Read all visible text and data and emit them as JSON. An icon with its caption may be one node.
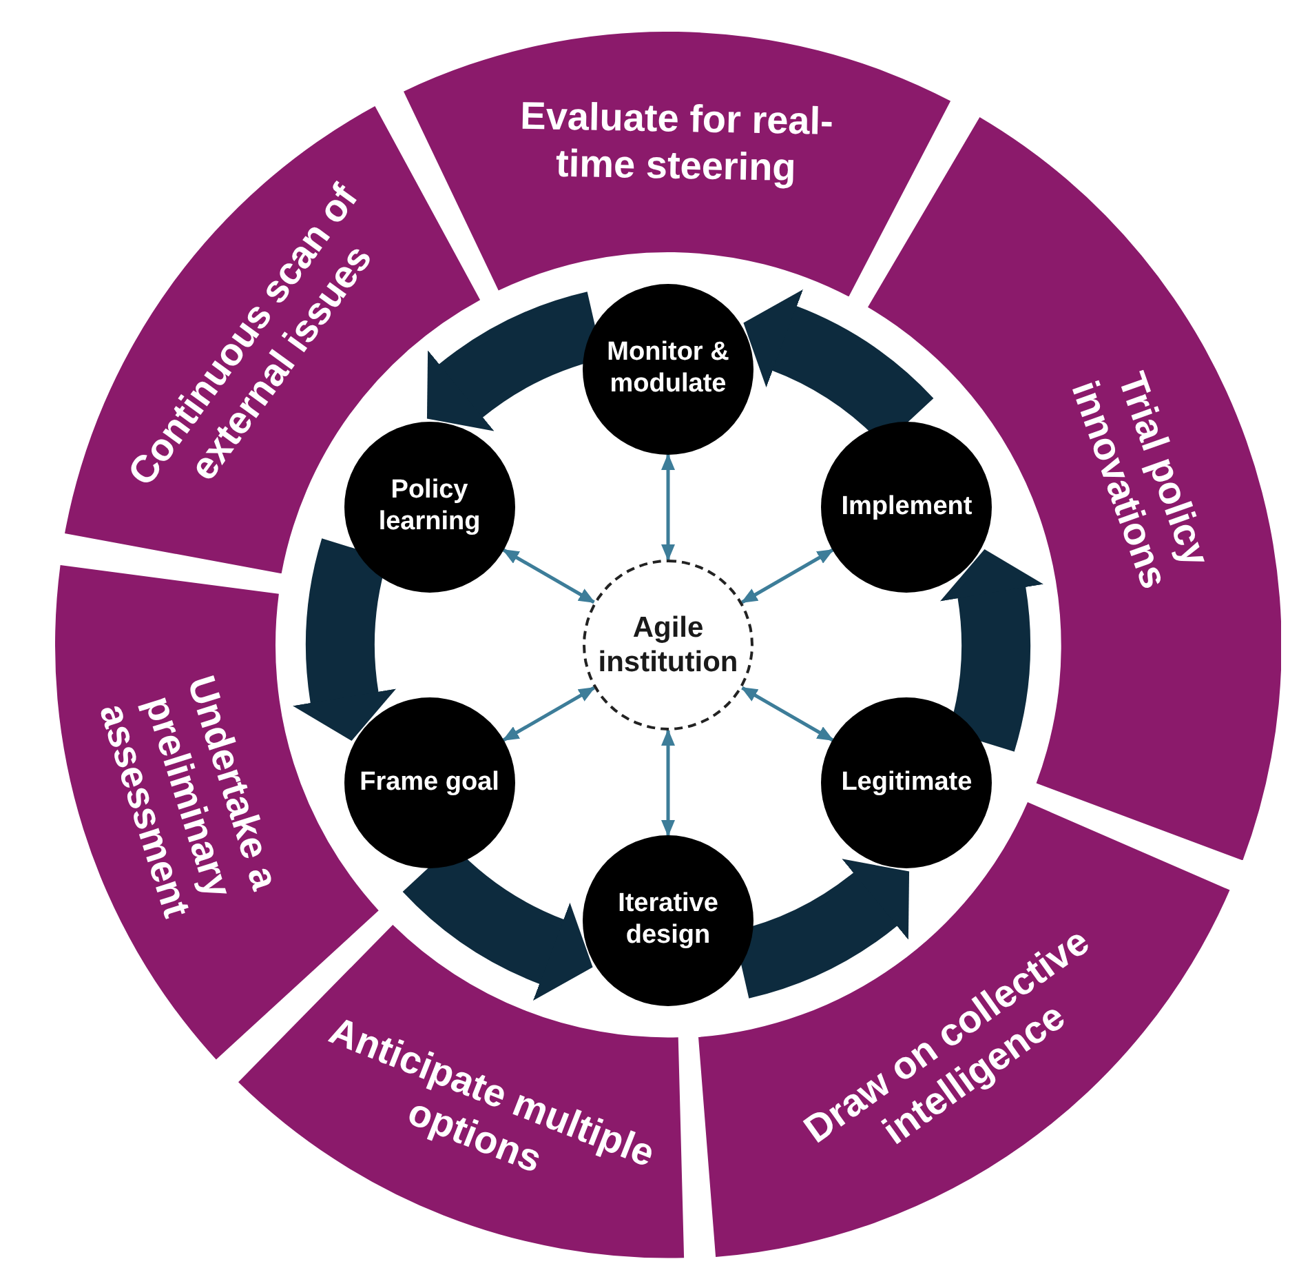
{
  "diagram": {
    "nodes": [
      {
        "text": [
          "Evaluate for real-time steering"
        ]
      },
      {
        "text": [
          "Trial policy innovations"
        ]
      },
      {
        "text": [
          "Draw on collective intelligence"
        ]
      },
      {
        "text": [
          "Anticipate multiple options"
        ]
      },
      {
        "text": [
          "Undertake a preliminary assessment"
        ]
      },
      {
        "text": [
          "Continuous scan of external issues"
        ]
      },
      {
        "text": [
          "Monitor & modulate"
        ]
      },
      {
        "text": [
          "Implement"
        ]
      },
      {
        "text": [
          "Legitimate"
        ]
      },
      {
        "text": [
          "Iterative design"
        ]
      },
      {
        "text": [
          "Frame goal"
        ]
      },
      {
        "text": [
          "Policy learning"
        ]
      },
      {
        "text": [
          "Agile institution"
        ]
      }
    ],
    "edges": [
      {
        "from": 12,
        "to": 6,
        "arrow": "both"
      },
      {
        "from": 12,
        "to": 7,
        "arrow": "both"
      },
      {
        "from": 12,
        "to": 8,
        "arrow": "both"
      },
      {
        "from": 12,
        "to": 9,
        "arrow": "both"
      },
      {
        "from": 12,
        "to": 10,
        "arrow": "both"
      },
      {
        "from": 12,
        "to": 11,
        "arrow": "both"
      },
      {
        "from": 10,
        "to": 9,
        "arrow": "to",
        "style": "thick",
        "color": "#0d2b3e"
      },
      {
        "from": 9,
        "to": 8,
        "arrow": "to",
        "style": "thick",
        "color": "#0d2b3e"
      },
      {
        "from": 8,
        "to": 7,
        "arrow": "to",
        "style": "thick",
        "color": "#0d2b3e"
      },
      {
        "from": 7,
        "to": 6,
        "arrow": "to",
        "style": "thick",
        "color": "#0d2b3e"
      },
      {
        "from": 6,
        "to": 11,
        "arrow": "to",
        "style": "thick",
        "color": "#0d2b3e"
      },
      {
        "from": 11,
        "to": 10,
        "arrow": "to",
        "style": "thick",
        "color": "#0d2b3e"
      }
    ]
  }
}
